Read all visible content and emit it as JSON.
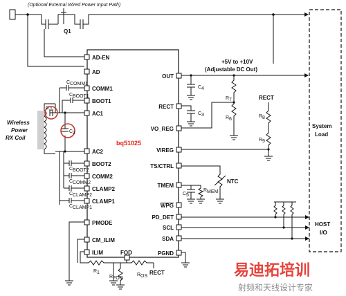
{
  "top_note": "(Optional External Wired Power Input Path)",
  "transistor_label": "Q1",
  "ic_name": "bq51025",
  "output_note_line1": "+5V to +10V",
  "output_note_line2": "(Adjustable DC Out)",
  "coil_label": [
    "Wireless",
    "Power",
    "RX Coil"
  ],
  "system_load_label": [
    "System",
    "Load"
  ],
  "host_label": [
    "HOST",
    "I/O"
  ],
  "left_pins": [
    "AD-EN",
    "AD",
    "COMM1",
    "BOOT1",
    "AC1",
    "AC2",
    "BOOT2",
    "COMM2",
    "CLAMP2",
    "CLAMP1",
    "PMODE",
    "CM_ILIM",
    "ILIM"
  ],
  "right_pins": [
    "OUT",
    "RECT",
    "VO_REG",
    "VIREG",
    "TS/CTRL",
    "TMEM",
    "WPG",
    "PD_DET",
    "SCL",
    "SDA",
    "PGND"
  ],
  "bottom_pin": "FOD",
  "components": {
    "c_comm1": "C",
    "c_comm1_sub": "COMM1",
    "c_boot1": "C",
    "c_boot1_sub": "BOOT1",
    "c1": "C",
    "c1_sub": "1",
    "c2": "C",
    "c2_sub": "2",
    "c_boot2": "C",
    "c_boot2_sub": "BOOT2",
    "c_comm2": "C",
    "c_comm2_sub": "COMM2",
    "c_clamp2": "C",
    "c_clamp2_sub": "CLAMP2",
    "c_clamp1": "C",
    "c_clamp1_sub": "CLAMP1",
    "c4": "C",
    "c4_sub": "4",
    "c3": "C",
    "c3_sub": "3",
    "c5": "C",
    "c5_sub": "5",
    "r7": "R",
    "r7_sub": "7",
    "r6": "R",
    "r6_sub": "6",
    "r8": "R",
    "r8_sub": "8",
    "r9": "R",
    "r9_sub": "9",
    "rmem": "R",
    "rmem_sub": "MEM",
    "ntc": "NTC",
    "r1": "R",
    "r1_sub": "1",
    "rfod": "R",
    "rfod_sub": "FOD",
    "ros": "R",
    "ros_sub": "OS",
    "rect_ref1": "RECT",
    "rect_ref2": "RECT"
  },
  "watermark": {
    "line1": "易迪拓培训",
    "line2": "射频和天线设计专家"
  },
  "colors": {
    "line": "#111111",
    "highlight_circle": "#c0392b",
    "ic_name_color": "#e2231a",
    "watermark_red": "#e2231a",
    "watermark_gray": "#8c8c8c"
  }
}
